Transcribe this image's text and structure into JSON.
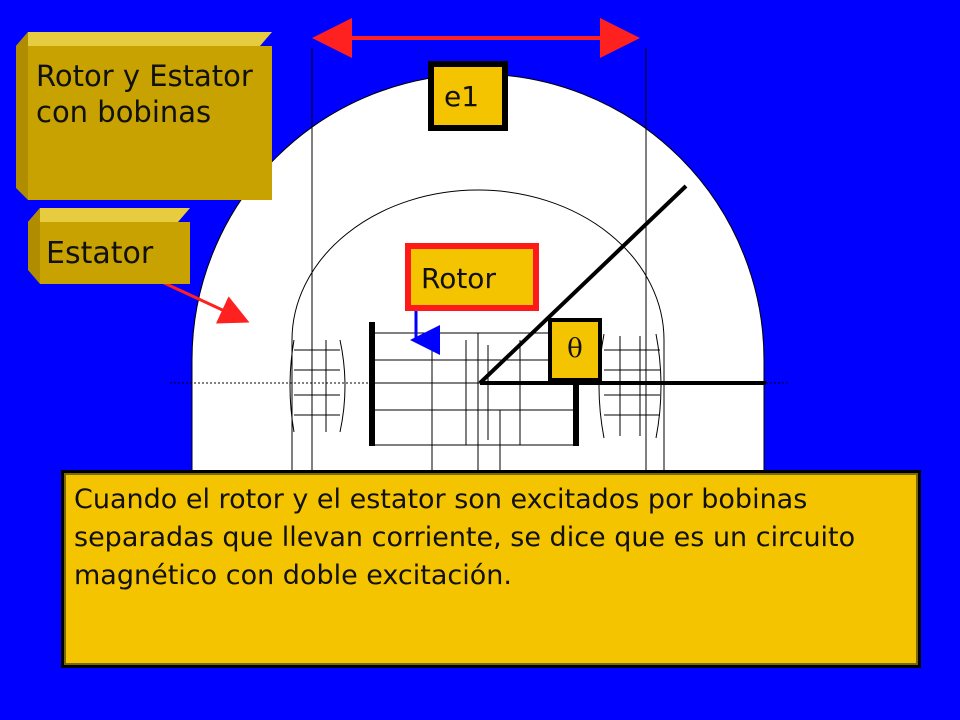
{
  "labels": {
    "rotor_estator": "Rotor y Estator con bobinas",
    "estator": "Estator",
    "e1": "e1",
    "rotor": "Rotor",
    "theta": "θ"
  },
  "caption": "Cuando el rotor y el estator son excitados por bobinas separadas que llevan corriente, se dice que es un circuito magnético con doble excitación.",
  "colors": {
    "background": "#0000ff",
    "box_fill": "#f5c400",
    "bevel_fill": "#c8a200",
    "arrow": "#ff2020",
    "rotor_border": "#ff1a1a"
  }
}
